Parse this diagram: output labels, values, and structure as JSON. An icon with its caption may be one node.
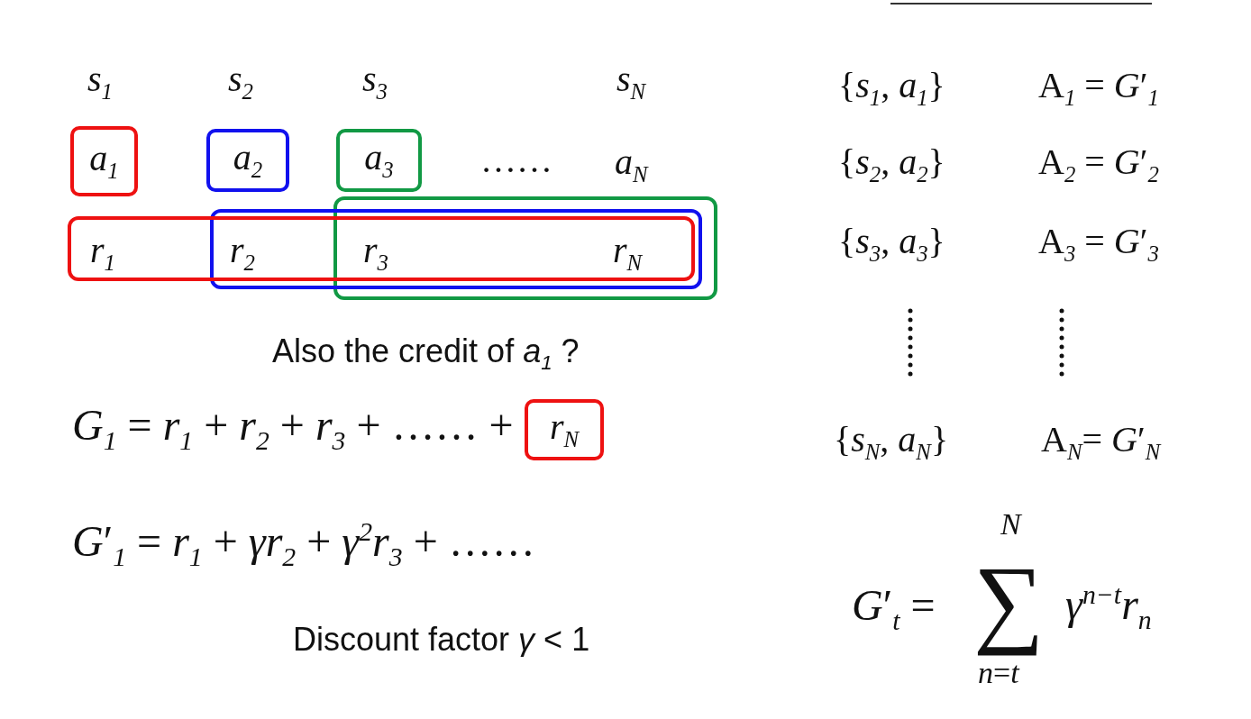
{
  "diagram": {
    "nodes": [
      {
        "text": [
          "*a*$_{1}$"
        ]
      },
      {
        "text": [
          "*a*$_{2}$"
        ]
      },
      {
        "text": [
          "*a*$_{3}$"
        ]
      },
      {
        "text": [],
        "shape": "box"
      },
      {
        "text": [],
        "shape": "box"
      },
      {
        "text": [],
        "shape": "box"
      },
      {
        "text": [
          "*r*$_{N}$"
        ]
      }
    ],
    "edges": [],
    "labels": [
      "*s*$_{1}$",
      "*s*$_{2}$",
      "*s*$_{3}$",
      "*s*$_{N}$",
      "……",
      "*a*$_{N}$",
      "*r*$_{1}$",
      "*r*$_{2}$",
      "*r*$_{3}$",
      "*r*$_{N}$",
      "Also the credit of  *a*$_{1}$ ?",
      "*G*$_{1}$ = *r*$_{1}$ + *r*$_{2}$ + *r*$_{3}$ + …… +",
      "*G*′$_{1}$ = *r*$_{1}$ + *γr*$_{2}$ + *γ*$^{2}$*r*$_{3}$ + ……",
      "Discount factor  *γ* < 1",
      "{*s*$_{1}$, *a*$_{1}$}",
      "A$_{1}$ = *G*′$_{1}$",
      "{*s*$_{2}$, *a*$_{2}$}",
      "A$_{2}$ = *G*′$_{2}$",
      "{*s*$_{3}$, *a*$_{3}$}",
      "A$_{3}$ = *G*′$_{3}$",
      "{*s*$_{N}$, *a*$_{N}$}",
      "A$_{N}$= *G*′$_{N}$",
      "*G*′$_{t}$ =",
      "*N*",
      "∑",
      "*n*=*t*",
      "*γ*$^{n−t}$*r*$_{n}$"
    ]
  }
}
